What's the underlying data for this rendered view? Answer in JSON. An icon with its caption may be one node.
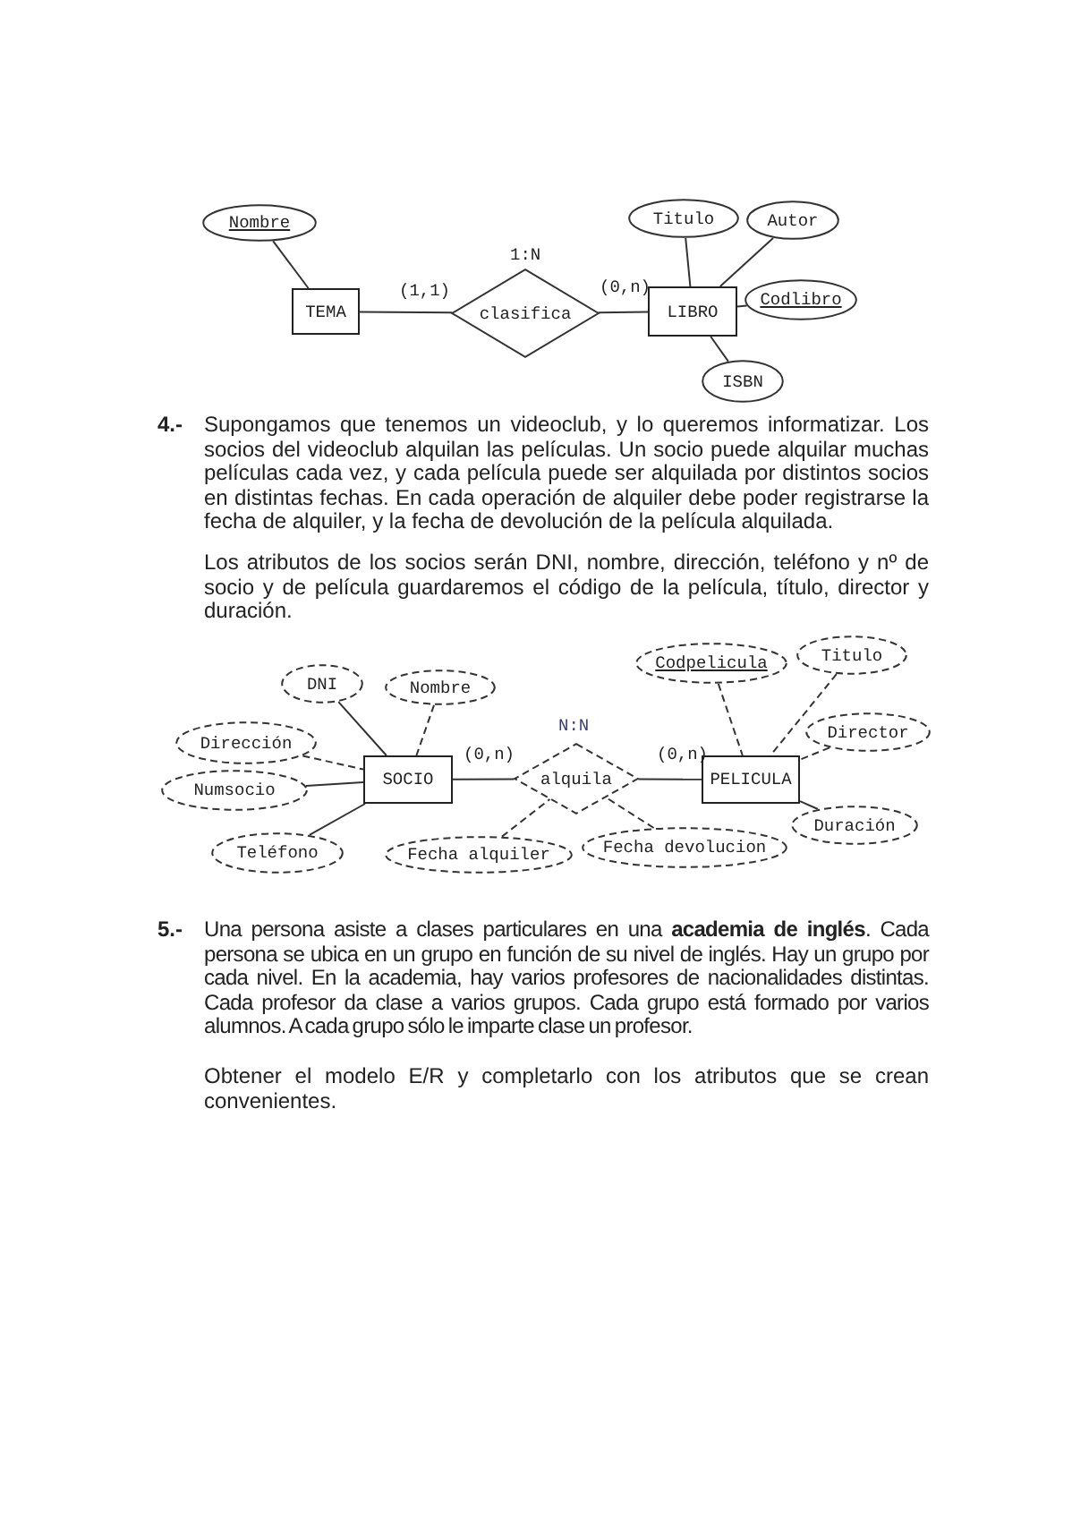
{
  "diagram": {
    "nodes": [
      {
        "text": [
          "Nombre"
        ]
      },
      {
        "text": [
          "Titulo"
        ]
      },
      {
        "text": [
          "Autor"
        ]
      },
      {
        "text": [
          "TEMA"
        ]
      },
      {
        "text": [
          "clasifica"
        ],
        "beside": [
          "1:N"
        ]
      },
      {
        "text": [
          "LIBRO"
        ]
      },
      {
        "text": [
          "Codlibro"
        ]
      },
      {
        "text": [
          "ISBN"
        ]
      },
      {
        "text": [
          "DNI"
        ]
      },
      {
        "text": [
          "Nombre"
        ]
      },
      {
        "text": [
          "Codpelicula"
        ]
      },
      {
        "text": [
          "Titulo"
        ]
      },
      {
        "text": [
          "Dirección"
        ]
      },
      {
        "text": [
          "Director"
        ]
      },
      {
        "text": [
          "SOCIO"
        ]
      },
      {
        "text": [
          "alquila"
        ],
        "beside": [
          "N:N"
        ]
      },
      {
        "text": [
          "PELICULA"
        ]
      },
      {
        "text": [
          "Numsocio"
        ]
      },
      {
        "text": [
          "Duración"
        ]
      },
      {
        "text": [
          "Teléfono"
        ]
      },
      {
        "text": [
          "Fecha alquiler"
        ]
      },
      {
        "text": [
          "Fecha devolucion"
        ]
      }
    ],
    "edges": [
      {
        "from": 0,
        "to": 3,
        "arrow": "none"
      },
      {
        "from": 3,
        "to": 4,
        "arrow": "none",
        "label": "(1,1)"
      },
      {
        "from": 4,
        "to": 5,
        "arrow": "none",
        "label": "(0,n)"
      },
      {
        "from": 1,
        "to": 5,
        "arrow": "none"
      },
      {
        "from": 2,
        "to": 5,
        "arrow": "none"
      },
      {
        "from": 6,
        "to": 5,
        "arrow": "none"
      },
      {
        "from": 7,
        "to": 5,
        "arrow": "none"
      },
      {
        "from": 8,
        "to": 14,
        "arrow": "none"
      },
      {
        "from": 9,
        "to": 14,
        "arrow": "none",
        "style": "dashed"
      },
      {
        "from": 12,
        "to": 14,
        "arrow": "none",
        "style": "dashed"
      },
      {
        "from": 17,
        "to": 14,
        "arrow": "none"
      },
      {
        "from": 19,
        "to": 14,
        "arrow": "none"
      },
      {
        "from": 14,
        "to": 15,
        "arrow": "none",
        "label": "(0,n)"
      },
      {
        "from": 15,
        "to": 16,
        "arrow": "none",
        "label": "(0,n)"
      },
      {
        "from": 20,
        "to": 15,
        "arrow": "none",
        "style": "dashed"
      },
      {
        "from": 21,
        "to": 15,
        "arrow": "none",
        "style": "dashed"
      },
      {
        "from": 10,
        "to": 16,
        "arrow": "none",
        "style": "dashed"
      },
      {
        "from": 11,
        "to": 16,
        "arrow": "none",
        "style": "dashed"
      },
      {
        "from": 13,
        "to": 16,
        "arrow": "none",
        "style": "dashed"
      },
      {
        "from": 18,
        "to": 16,
        "arrow": "none"
      }
    ],
    "labels": [
      "4.-",
      "Supongamos que tenemos un videoclub, y lo queremos informatizar. Los socios del videoclub alquilan las películas. Un socio puede alquilar muchas películas cada vez, y cada película puede ser alquilada por distintos socios en distintas fechas. En cada operación de alquiler debe poder registrarse la fecha de alquiler, y la fecha de devolución de la película alquilada.",
      "Los atributos de los socios serán DNI, nombre, dirección, teléfono y nº de socio y de película guardaremos el código de la película, título, director y duración.",
      "5.-",
      "Una persona asiste a clases particulares en una **academia de inglés**. Cada persona se ubica en un grupo en función de su nivel de inglés. Hay un grupo por cada nivel. En la academia, hay varios profesores de nacionalidades distintas. Cada profesor da clase a varios grupos. Cada grupo está formado por varios alumnos. A cada grupo sólo le imparte clase un profesor.",
      "Obtener el modelo E/R y completarlo con los atributos que se crean convenientes."
    ]
  }
}
